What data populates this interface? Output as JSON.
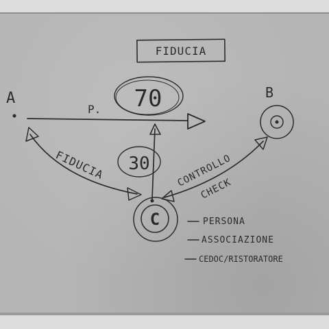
{
  "title": "FIDUCIA",
  "nodes": {
    "a": {
      "label": "A"
    },
    "b": {
      "label": "B"
    },
    "c": {
      "label": "C"
    }
  },
  "edges": {
    "a_to_b": {
      "label": "P."
    },
    "a_c": {
      "label": "FIDUCIA"
    },
    "c_b": {
      "line1": "CONTROLLO",
      "line2": "CHECK"
    }
  },
  "values": {
    "top": "70",
    "middle": "30"
  },
  "c_list": [
    "PERSONA",
    "ASSOCIAZIONE",
    "CEDOC/RISTORATORE"
  ],
  "colors": {
    "ink": "#2b2b2b",
    "paper": "#b5b5b5"
  }
}
